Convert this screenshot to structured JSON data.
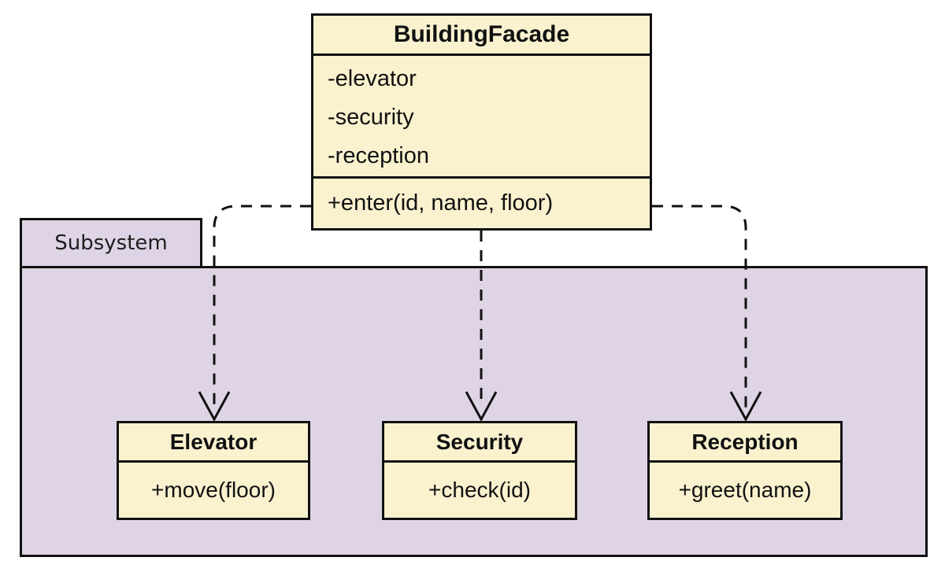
{
  "facade": {
    "title": "BuildingFacade",
    "attributes": [
      "-elevator",
      "-security",
      "-reception"
    ],
    "method": "+enter(id, name, floor)"
  },
  "package": {
    "label": "Subsystem"
  },
  "subsystem_classes": [
    {
      "title": "Elevator",
      "method": "+move(floor)"
    },
    {
      "title": "Security",
      "method": "+check(id)"
    },
    {
      "title": "Reception",
      "method": "+greet(name)"
    }
  ],
  "colors": {
    "class_fill": "#FAF2CF",
    "package_fill": "#DED4E5",
    "border": "#111111",
    "background": "#FFFFFF"
  }
}
